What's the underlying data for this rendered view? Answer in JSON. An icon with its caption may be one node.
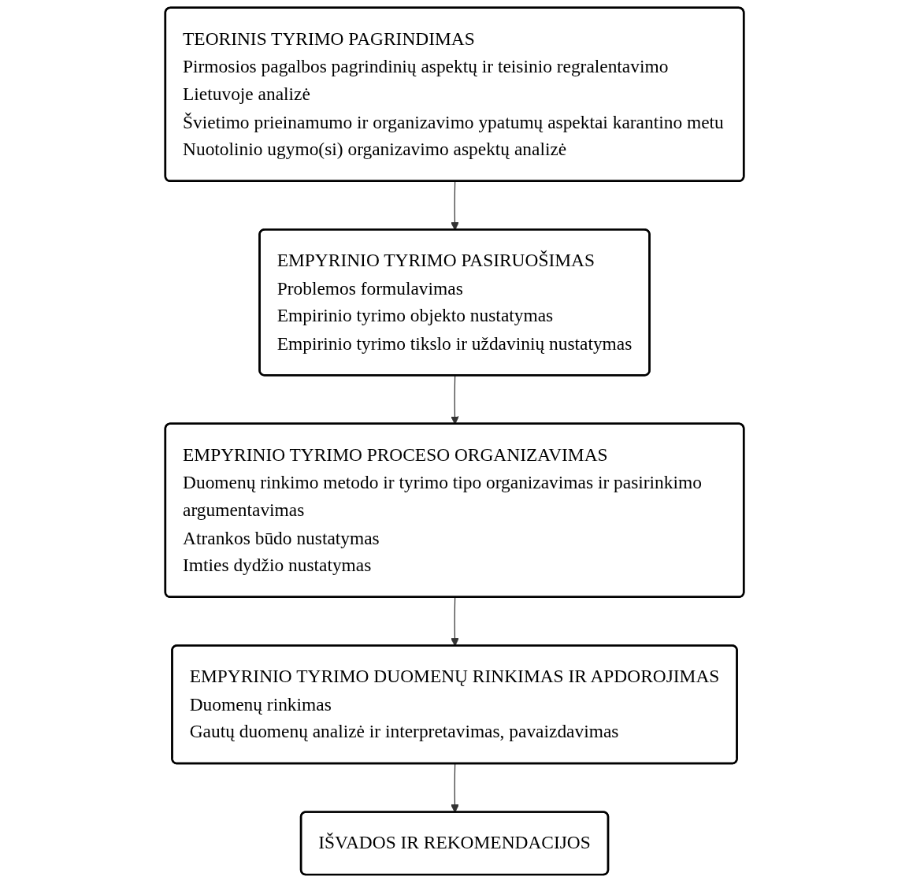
{
  "diagram": {
    "nodes": [
      {
        "text": [
          "TEORINIS TYRIMO PAGRINDIMAS",
          "Pirmosios pagalbos pagrindinių aspektų ir teisinio regralentavimo Lietuvoje analizė",
          "Švietimo prieinamumo ir organizavimo ypatumų aspektai karantino metu",
          "Nuotolinio ugymo(si) organizavimo aspektų analizė"
        ]
      },
      {
        "text": [
          "EMPYRINIO TYRIMO PASIRUOŠIMAS",
          "Problemos formulavimas",
          "Empirinio tyrimo objekto nustatymas",
          "Empirinio tyrimo tikslo ir uždavinių nustatymas"
        ]
      },
      {
        "text": [
          "EMPYRINIO TYRIMO PROCESO ORGANIZAVIMAS",
          "Duomenų rinkimo metodo ir tyrimo tipo organizavimas ir pasirinkimo argumentavimas",
          "Atrankos būdo nustatymas",
          "Imties dydžio nustatymas"
        ]
      },
      {
        "text": [
          "EMPYRINIO TYRIMO DUOMENŲ RINKIMAS IR APDOROJIMAS",
          "Duomenų rinkimas",
          "Gautų duomenų analizė ir interpretavimas, pavaizdavimas"
        ]
      },
      {
        "text": [
          "IŠVADOS IR REKOMENDACIJOS"
        ]
      }
    ],
    "edges": [
      {
        "from": 0,
        "to": 1,
        "arrow": "to"
      },
      {
        "from": 1,
        "to": 2,
        "arrow": "to"
      },
      {
        "from": 2,
        "to": 3,
        "arrow": "to"
      },
      {
        "from": 3,
        "to": 4,
        "arrow": "to"
      }
    ]
  }
}
